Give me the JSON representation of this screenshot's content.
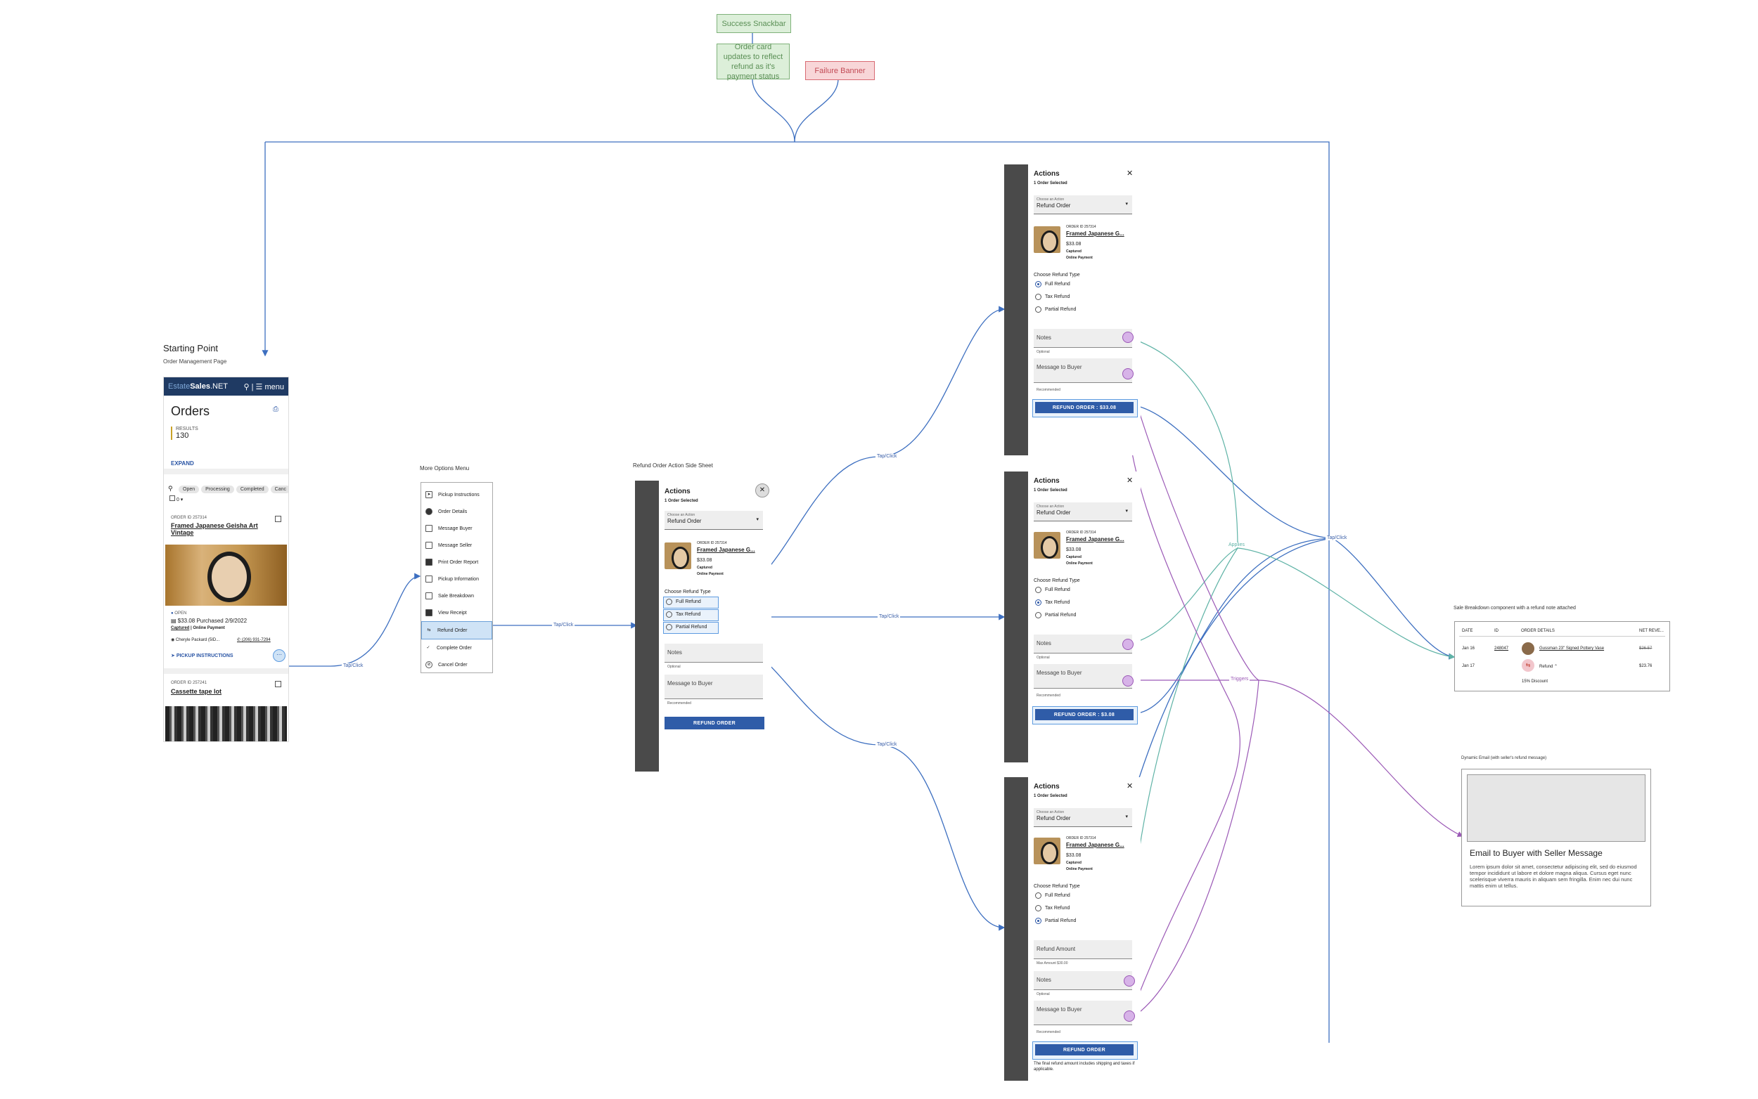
{
  "notes": {
    "success": "Success Snackbar",
    "card_update": "Order card updates to reflect refund as it's payment status",
    "failure": "Failure Banner"
  },
  "start": {
    "title": "Starting Point",
    "subtitle": "Order Management Page",
    "brand_estate": "Estate",
    "brand_sales": "Sales",
    "brand_net": ".NET",
    "menu_label": "menu",
    "page_title": "Orders",
    "results_label": "RESULTS",
    "results_count": "130",
    "expand": "EXPAND",
    "filters": [
      "Open",
      "Processing",
      "Completed",
      "Canc"
    ],
    "select_count": "0",
    "order1_id": "ORDER ID 257314",
    "order1_title": "Framed Japanese Geisha Art Vintage",
    "order1_status": "OPEN",
    "order1_price": "$33.08 Purchased 2/9/2022",
    "order1_payment_a": "Captured",
    "order1_payment_b": "| Online Payment",
    "order1_buyer": "Cheryle Packard (5ID...",
    "order1_phone": "(206) 931-7294",
    "pickup": "PICKUP INSTRUCTIONS",
    "order2_id": "ORDER ID 257241",
    "order2_title": "Cassette tape lot"
  },
  "menu": {
    "caption": "More Options Menu",
    "items": [
      "Pickup Instructions",
      "Order Details",
      "Message Buyer",
      "Message Seller",
      "Print Order Report",
      "Pickup Information",
      "Sale Breakdown",
      "View Receipt",
      "Refund Order",
      "Complete Order",
      "Cancel Order"
    ]
  },
  "sheet": {
    "caption": "Refund Order Action Side Sheet",
    "title": "Actions",
    "sub": "1 Order Selected",
    "choose_label": "Choose an Action",
    "choose_value": "Refund Order",
    "order_id": "ORDER ID 257314",
    "order_title": "Framed Japanese G...",
    "price": "$33.08",
    "captured": "Captured",
    "online": "Online Payment",
    "refund_type": "Choose Refund Type",
    "full": "Full Refund",
    "tax": "Tax Refund",
    "partial": "Partial Refund",
    "notes": "Notes",
    "optional": "Optional",
    "message": "Message to Buyer",
    "recommended": "Recommended",
    "refund_btn": "REFUND ORDER",
    "refund_full": "REFUND ORDER : $33.08",
    "refund_tax": "REFUND ORDER : $3.08",
    "refund_amount": "Refund Amount",
    "max_amount": "Max Amount $30.00",
    "disclaimer": "The final refund amount includes shipping and taxes if applicable."
  },
  "edge_labels": {
    "tap": "Tap/Click",
    "applies": "Applies",
    "triggers": "Triggers"
  },
  "breakdown": {
    "caption": "Sale Breakdown component with a refund note attached",
    "headers": [
      "DATE",
      "ID",
      "ORDER DETAILS",
      "NET REVE..."
    ],
    "row1": {
      "date": "Jan 16",
      "id": "248047",
      "details": "Gussman 23\" Signed Pottery Vase",
      "net": "$26.57"
    },
    "row2": {
      "date": "Jan 17",
      "details": "Refund",
      "net": "$23.76"
    },
    "discount": "15% Discount"
  },
  "email": {
    "caption": "Dynamic Email (with seller's refund message)",
    "title": "Email to Buyer with Seller Message",
    "body": "Lorem ipsum dolor sit amet, consectetur adipiscing elit, sed do eiusmod tempor incididunt ut labore et dolore magna aliqua. Cursus eget nunc scelerisque viverra mauris in aliquam sem fringilla. Enim nec dui nunc mattis enim ut tellus."
  },
  "colors": {
    "blue_line": "#3d6fc0",
    "teal_line": "#5fb3a6",
    "purple_line": "#9b59b6",
    "navy": "#1f3a63",
    "button": "#2f5ca8"
  }
}
